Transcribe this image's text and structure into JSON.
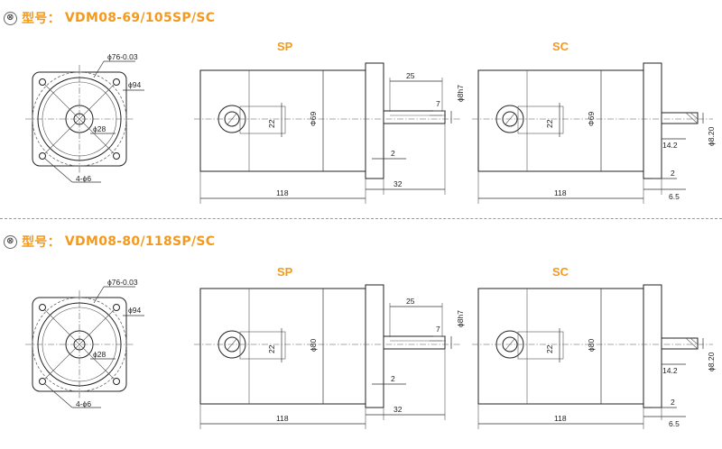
{
  "sections": [
    {
      "badge": "⊗",
      "title_prefix": "型号：",
      "model": "VDM08-69/105SP/SC",
      "front": {
        "pcd": "ϕ76-0.03",
        "flange": "ϕ94",
        "pilot": "ϕ28",
        "holes": "4-ϕ6"
      },
      "sp": {
        "label": "SP",
        "body_dia": "Φ69",
        "body_len": "118",
        "shaft_len": "32",
        "key_len": "25",
        "key_h": "7",
        "shaft_dia": "ϕ8h7",
        "box_h": "22",
        "flange_t": "2"
      },
      "sc": {
        "label": "SC",
        "body_dia": "Φ69",
        "body_len": "118",
        "shaft_dia": "ϕ8.20",
        "cut": "14.2",
        "flange_t": "2",
        "ext": "6.5",
        "box_h": "22"
      }
    },
    {
      "badge": "⊗",
      "title_prefix": "型号：",
      "model": "VDM08-80/118SP/SC",
      "front": {
        "pcd": "ϕ76-0.03",
        "flange": "ϕ94",
        "pilot": "ϕ28",
        "holes": "4-ϕ6"
      },
      "sp": {
        "label": "SP",
        "body_dia": "ϕ80",
        "body_len": "118",
        "shaft_len": "32",
        "key_len": "25",
        "key_h": "7",
        "shaft_dia": "ϕ8h7",
        "box_h": "22",
        "flange_t": "2"
      },
      "sc": {
        "label": "SC",
        "body_dia": "ϕ80",
        "body_len": "118",
        "shaft_dia": "ϕ8.20",
        "cut": "14.2",
        "flange_t": "2",
        "ext": "6.5",
        "box_h": "22"
      }
    }
  ]
}
